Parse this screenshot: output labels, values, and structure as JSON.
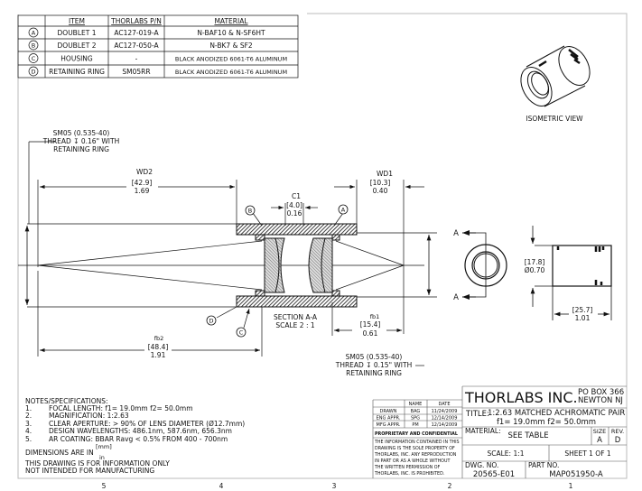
{
  "bom": {
    "headers": [
      "ITEM",
      "THORLABS P/N",
      "MATERIAL"
    ],
    "rows": [
      {
        "tag": "A",
        "item": "DOUBLET 1",
        "pn": "AC127-019-A",
        "material": "N-BAF10 & N-SF6HT"
      },
      {
        "tag": "B",
        "item": "DOUBLET 2",
        "pn": "AC127-050-A",
        "material": "N-BK7 & SF2"
      },
      {
        "tag": "C",
        "item": "HOUSING",
        "pn": "-",
        "material": "BLACK ANODIZED 6061-T6 ALUMINUM"
      },
      {
        "tag": "D",
        "item": "RETAINING RING",
        "pn": "SM05RR",
        "material": "BLACK ANODIZED 6061-T6 ALUMINUM"
      }
    ]
  },
  "isometric_label": "ISOMETRIC VIEW",
  "callouts": {
    "left_thread": [
      "SM05 (0.535-40)",
      "THREAD ↧ 0.16\" WITH",
      "RETAINING RING"
    ],
    "right_thread": [
      "SM05 (0.535-40)",
      "THREAD ↧ 0.15\" WITH",
      "RETAINING RING"
    ],
    "section": [
      "SECTION A-A",
      "SCALE 2 : 1"
    ]
  },
  "dims": {
    "wd2": {
      "label": "WD2",
      "mm": "[42.9]",
      "in": "1.69"
    },
    "wd1": {
      "label": "WD1",
      "mm": "[10.3]",
      "in": "0.40"
    },
    "c1": {
      "label": "C1",
      "mm": "[4.0]",
      "in": "0.16"
    },
    "fb2": {
      "label": "fb2",
      "mm": "[48.4]",
      "in": "1.91"
    },
    "fb1": {
      "label": "fb1",
      "mm": "[15.4]",
      "in": "0.61"
    },
    "dia": {
      "mm": "[17.8]",
      "in": "Ø0.70"
    },
    "len": {
      "mm": "[25.7]",
      "in": "1.01"
    }
  },
  "section_marker": "A",
  "notes": {
    "title": "NOTES/SPECIFICATIONS:",
    "items": [
      {
        "n": "1.",
        "text": "FOCAL LENGTH: f1= 19.0mm   f2= 50.0mm"
      },
      {
        "n": "2.",
        "text": "MAGNIFICATION:  1:2.63"
      },
      {
        "n": "3.",
        "text": "CLEAR APERTURE: > 90% OF LENS DIAMETER (Ø12.7mm)"
      },
      {
        "n": "4.",
        "text": "DESIGN WAVELENGTHS: 486.1nm, 587.6nm, 656.3nm"
      },
      {
        "n": "5.",
        "text": "AR COATING: BBAR Ravg < 0.5% FROM 400 - 700nm"
      }
    ],
    "dimensions": "DIMENSIONS ARE IN",
    "dim_units_top": "[mm]",
    "dim_units_bottom": "in",
    "info1": "THIS DRAWING IS FOR INFORMATION ONLY",
    "info2": "NOT INTENDED FOR MANUFACTURING"
  },
  "approvals": {
    "headers": [
      "NAME",
      "DATE"
    ],
    "rows": [
      {
        "role": "DRAWN",
        "name": "BAG",
        "date": "11/24/2009"
      },
      {
        "role": "ENG APPR.",
        "name": "SPG",
        "date": "12/14/2009"
      },
      {
        "role": "MFG APPR.",
        "name": "PM",
        "date": "12/14/2009"
      }
    ],
    "prop_title": "PROPRIETARY AND CONFIDENTIAL",
    "prop_text": [
      "THE INFORMATION CONTAINED IN THIS",
      "DRAWING IS THE SOLE PROPERTY OF",
      "THORLABS, INC.  ANY REPRODUCTION",
      "IN PART OR AS A WHOLE WITHOUT",
      "THE WRITTEN PERMISSION OF",
      "THORLABS, INC. IS PROHIBITED."
    ]
  },
  "title_block": {
    "company": "THORLABS INC.",
    "addr1": "PO BOX 366",
    "addr2": "NEWTON NJ",
    "title_label": "TITLE:",
    "title": "1:2.63 MATCHED ACHROMATIC PAIR",
    "subtitle": "f1= 19.0mm  f2= 50.0mm",
    "material_label": "MATERIAL:",
    "material": "SEE TABLE",
    "size_label": "SIZE",
    "size": "A",
    "rev_label": "REV.",
    "rev": "D",
    "scale": "SCALE: 1:1",
    "sheet": "SHEET 1 OF 1",
    "dwg_label": "DWG.  NO.",
    "dwg": "20565-E01",
    "part_label": "PART  NO.",
    "part": "MAP051950-A"
  },
  "zones": [
    "5",
    "4",
    "3",
    "2",
    "1"
  ]
}
